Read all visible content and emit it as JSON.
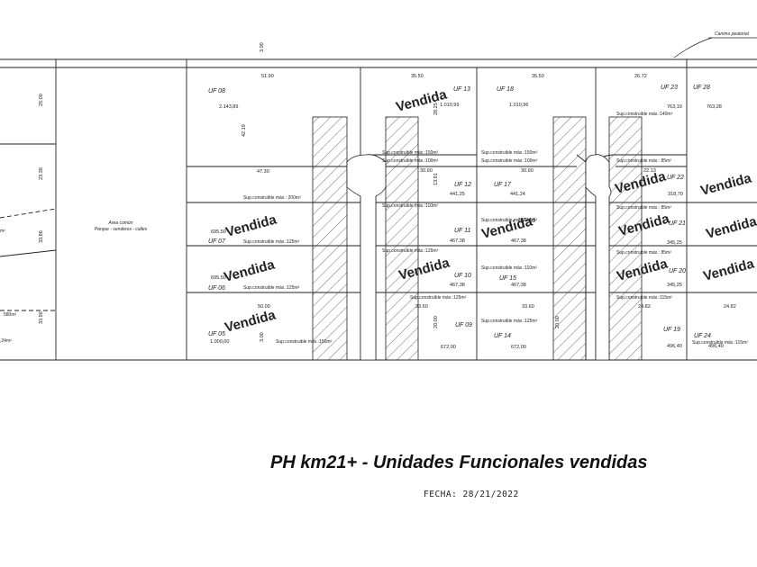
{
  "title": "PH km21+ - Unidades Funcionales vendidas",
  "date_label": "FECHA: 28/21/2022",
  "sold_label": "Vendida",
  "common_area": {
    "label": "Area común",
    "detail": "Parque - senderos - calles"
  },
  "path_note": "Camino peatonal",
  "units": [
    {
      "id": "uf05",
      "label": "UF 05",
      "area": "1.000,00",
      "sup": "Sup.construible máx.:150m²",
      "sold": true
    },
    {
      "id": "uf06",
      "label": "UF 06",
      "area": "695,50",
      "sup": "Sup.construible máx.:125m²",
      "sold": true
    },
    {
      "id": "uf07",
      "label": "UF 07",
      "area": "695,50",
      "sup": "Sup.construible máx.:125m²",
      "sold": true
    },
    {
      "id": "uf08",
      "label": "UF 08",
      "area": "2.143,89",
      "sup": "Sup.construible máx.: 200m²",
      "sold": false
    },
    {
      "id": "uf09",
      "label": "UF 09",
      "area": "672,00",
      "sup": "Sup.construible máx.:125m²",
      "sold": false
    },
    {
      "id": "uf10",
      "label": "UF 10",
      "area": "467,38",
      "sup": "Sup.construible máx.:125m²",
      "sold": true
    },
    {
      "id": "uf11",
      "label": "UF 11",
      "area": "467,38",
      "sup": "Sup.construible máx.:110m²",
      "sold": false
    },
    {
      "id": "uf12",
      "label": "UF 12",
      "area": "441,25",
      "sup": "Sup.construible máx.:100m²",
      "sold": false
    },
    {
      "id": "uf13",
      "label": "UF 13",
      "area": "1.010,99",
      "sup": "Sup.construible máx.:150m²",
      "sold": true
    },
    {
      "id": "uf14",
      "label": "UF 14",
      "area": "672,00",
      "sup": "Sup.construible máx.:125m²",
      "sold": false
    },
    {
      "id": "uf15",
      "label": "UF 15",
      "area": "467,38",
      "sup": "Sup.construible máx.:110m²",
      "sold": false
    },
    {
      "id": "uf16",
      "label": "UF 16",
      "area": "467,38",
      "sup": "Sup.construible máx.:110m²",
      "sold": true
    },
    {
      "id": "uf17",
      "label": "UF 17",
      "area": "441,24",
      "sup": "Sup.construible máx.:100m²",
      "sold": false
    },
    {
      "id": "uf18",
      "label": "UF 18",
      "area": "1.010,96",
      "sup": "Sup.construible máx.:150m²",
      "sold": false
    },
    {
      "id": "uf19",
      "label": "UF 19",
      "area": "496,40",
      "sup": "Sup.construible máx.:115m²",
      "sold": false
    },
    {
      "id": "uf20",
      "label": "UF 20",
      "area": "345,25",
      "sup": "Sup.construible máx.: 85m²",
      "sold": true
    },
    {
      "id": "uf21",
      "label": "UF 21",
      "area": "345,25",
      "sup": "Sup.construible máx.: 85m²",
      "sold": true
    },
    {
      "id": "uf22",
      "label": "UF 22",
      "area": "318,70",
      "sup": "Sup.construible máx.: 85m²",
      "sold": true
    },
    {
      "id": "uf23",
      "label": "UF 23",
      "area": "763,19",
      "sup": "Sup.construible máx.:140m²",
      "sold": false
    },
    {
      "id": "uf24",
      "label": "UF 24",
      "area": "496,40",
      "sup": "Sup.construible máx.:115m²",
      "sold": false
    },
    {
      "id": "uf28",
      "label": "UF 28",
      "area": "763,28",
      "sup": "",
      "sold": false
    }
  ],
  "dimensions": [
    "3.00",
    "51.90",
    "35.50",
    "35.50",
    "26.72",
    "25.00",
    "42.19",
    "47.30",
    "30.90",
    "30.90",
    "22.13",
    "28.25",
    "13.91",
    "50.00",
    "33.60",
    "33.60",
    "24.82",
    "24.82",
    "20.00",
    "20.00",
    "3.00",
    "23.38",
    "33.86",
    "33.96"
  ],
  "left_edge_labels": [
    "m²",
    "580m²",
    ",24m²"
  ]
}
